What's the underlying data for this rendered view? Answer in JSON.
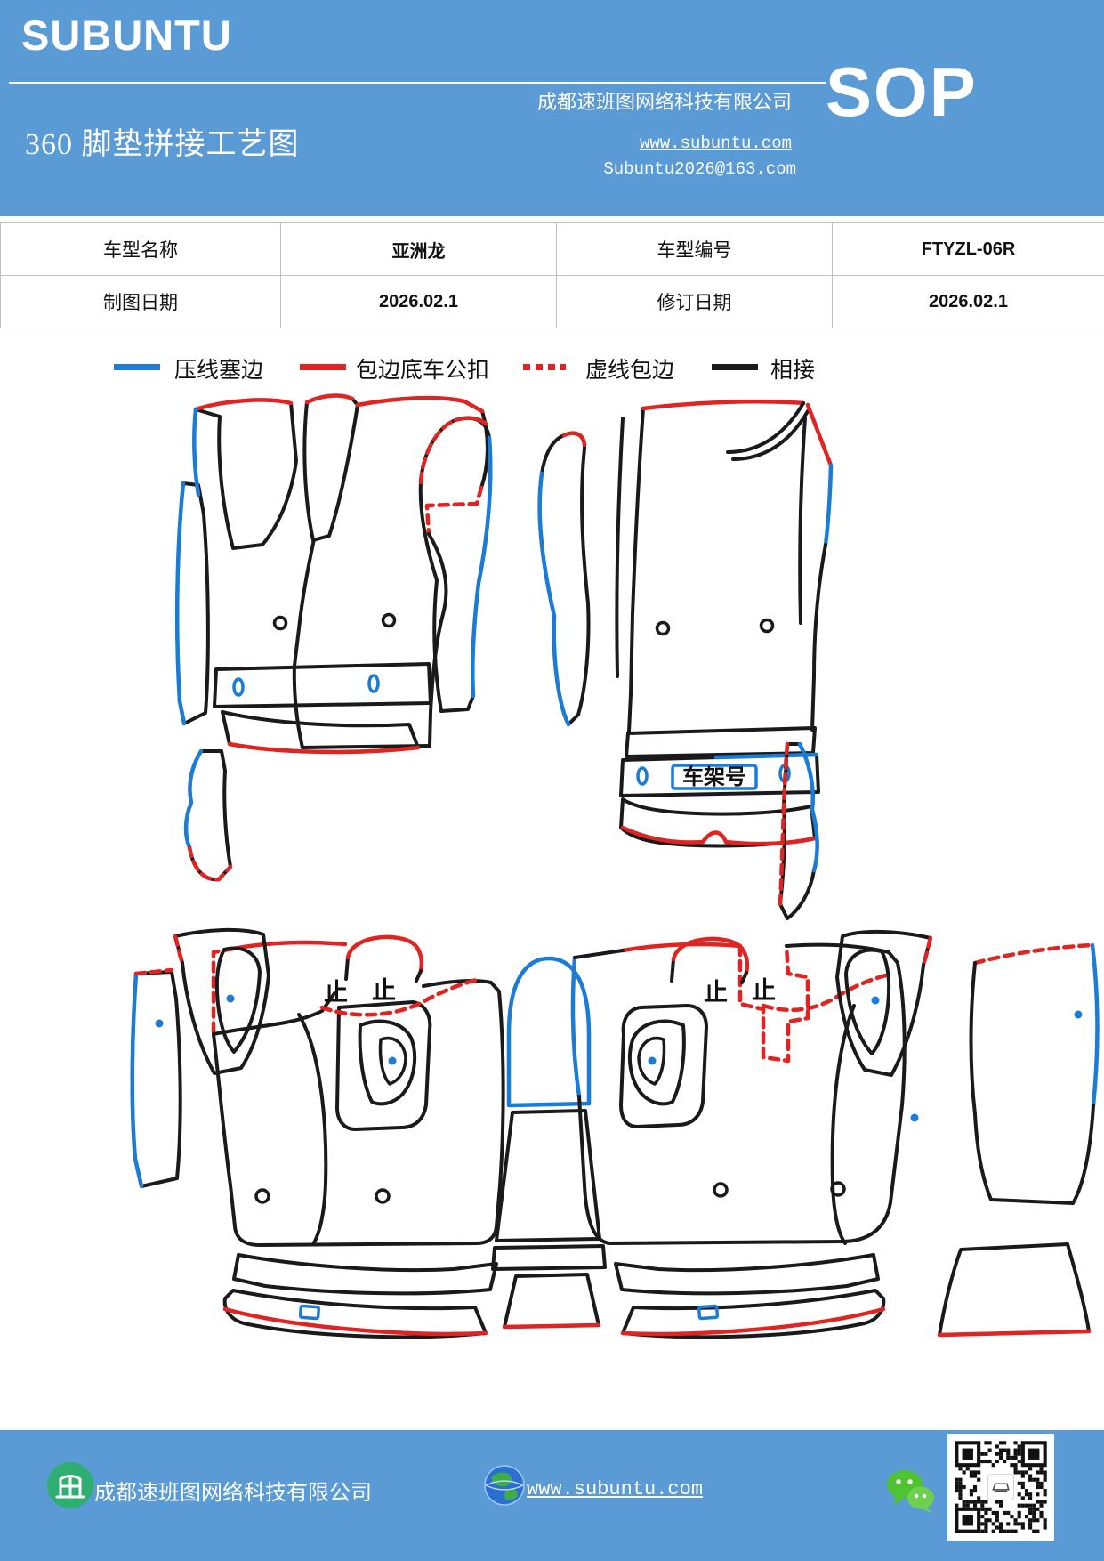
{
  "colors": {
    "band_blue": "#5b9bd5",
    "edge_blue": "#1b7cd8",
    "edge_red": "#e02421",
    "edge_black": "#1a1a1a",
    "table_border": "#bfbfbf"
  },
  "header": {
    "logo": "SUBUNTU",
    "title": "360 脚垫拼接工艺图",
    "company": "成都速班图网络科技有限公司",
    "website": "www.subuntu.com",
    "email": "Subuntu2026@163.com",
    "sop": "SOP"
  },
  "info_table": {
    "rows": [
      [
        "车型名称",
        "亚洲龙",
        "车型编号",
        "FTYZL-06R"
      ],
      [
        "制图日期",
        "2026.02.1",
        "修订日期",
        "2026.02.1"
      ]
    ]
  },
  "legend": {
    "items": [
      {
        "label": "压线塞边",
        "color": "#1b7cd8",
        "style": "solid"
      },
      {
        "label": "包边底车公扣",
        "color": "#e02421",
        "style": "solid"
      },
      {
        "label": "虚线包边",
        "color": "#e02421",
        "style": "dotted"
      },
      {
        "label": "相接",
        "color": "#1a1a1a",
        "style": "solid"
      }
    ]
  },
  "diagram": {
    "vin_label": "车架号",
    "stop_marks": [
      "止",
      "止",
      "止",
      "止"
    ]
  },
  "footer": {
    "company": "成都速班图网络科技有限公司",
    "website": "www.subuntu.com"
  }
}
